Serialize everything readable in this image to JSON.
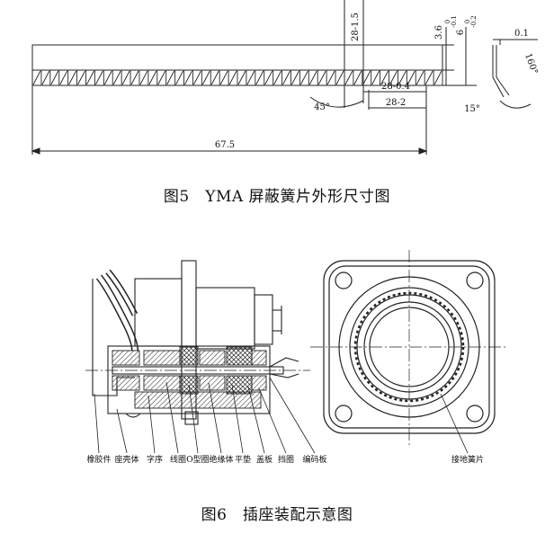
{
  "figure5": {
    "caption": "图5　YMA 屏蔽簧片外形尺寸图",
    "dims": {
      "overall": "67.5",
      "d28_1_5": "28-1.5",
      "d28_0_4": "28-0.4",
      "d28_2": "28-2",
      "a45": "45°",
      "h36": "3.6",
      "h36_tol_up": "0",
      "h36_tol_dn": "-0.1",
      "h6": "6",
      "h6_tol_up": "0",
      "h6_tol_dn": "-0.2",
      "t01": "0.1",
      "a160": "160°",
      "a15": "15°"
    }
  },
  "figure6": {
    "caption": "图6　插座装配示意图",
    "labels": [
      "橡胶件",
      "座壳体",
      "字序",
      "线圈",
      "O型圈",
      "绝缘体",
      "平垫",
      "盖板",
      "挡圈",
      "编码板"
    ],
    "right_label": "接地簧片"
  }
}
